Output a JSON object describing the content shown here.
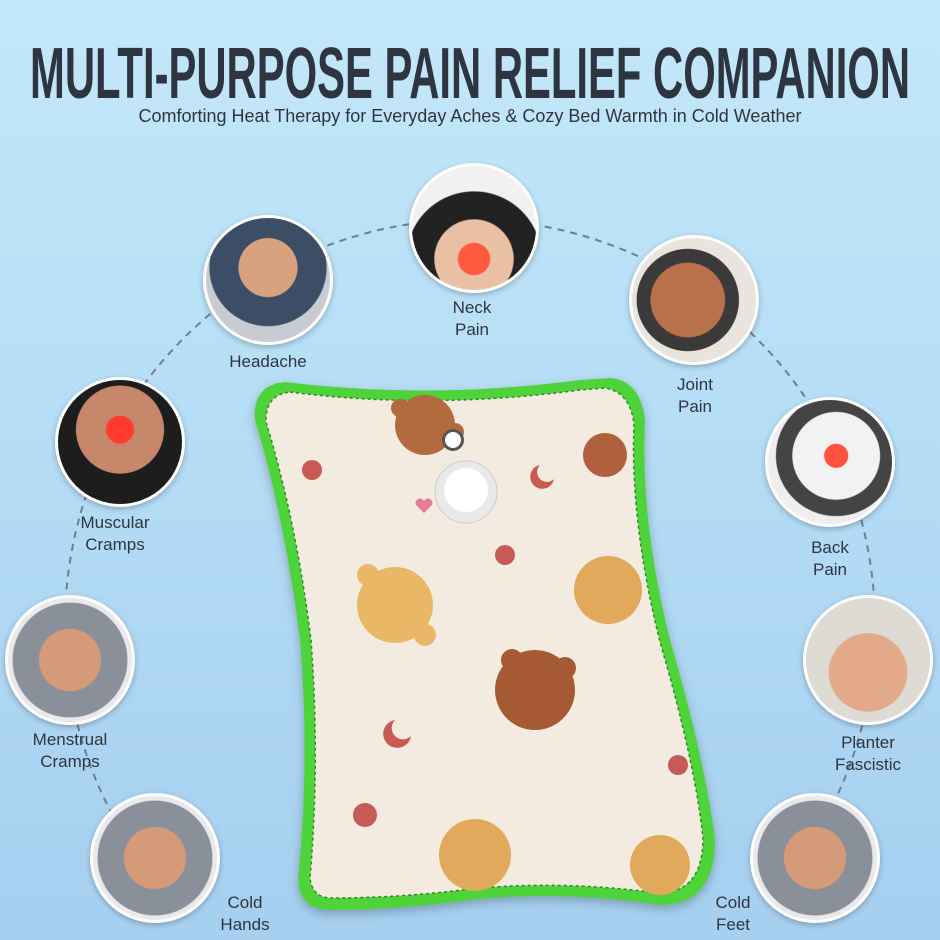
{
  "header": {
    "title": "MULTI-PURPOSE PAIN RELIEF COMPANION",
    "subtitle": "Comforting Heat Therapy for Everyday Aches & Cozy Bed Warmth in Cold Weather"
  },
  "uses": [
    {
      "line1": "Headache",
      "line2": ""
    },
    {
      "line1": "Neck",
      "line2": "Pain"
    },
    {
      "line1": "Joint",
      "line2": "Pain"
    },
    {
      "line1": "Muscular",
      "line2": "Cramps"
    },
    {
      "line1": "Back",
      "line2": "Pain"
    },
    {
      "line1": "Menstrual",
      "line2": "Cramps"
    },
    {
      "line1": "Planter",
      "line2": "Fascistic"
    },
    {
      "line1": "Cold",
      "line2": "Hands"
    },
    {
      "line1": "Cold",
      "line2": "Feet"
    }
  ],
  "colors": {
    "title": "#2f3540",
    "pad_border": "#4fd33a",
    "pad_fabric": "#f3ebe0",
    "pain_glow": "#ff3b2f"
  }
}
